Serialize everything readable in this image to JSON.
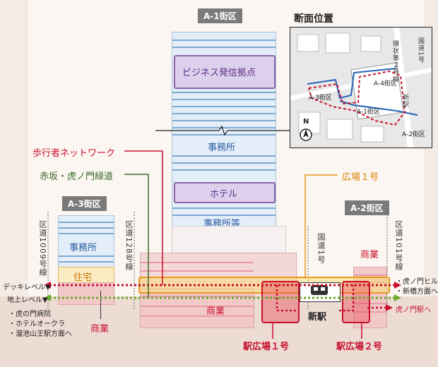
{
  "districts": {
    "a1": "A-1街区",
    "a2": "A-2街区",
    "a3": "A-3街区"
  },
  "a1_tower": {
    "business": "ビジネス発信拠点",
    "office": "事務所",
    "hotel": "ホテル",
    "office_etc": "事務所等",
    "commerce": "商業"
  },
  "a3_building": {
    "office": "事務所",
    "residential": "住宅",
    "commerce": "商業"
  },
  "a2_building": {
    "commerce": "商業"
  },
  "roads": {
    "road_1009": "区道1009号線",
    "road_128": "区道128号線",
    "national_1": "国道1号",
    "road_101": "区道101号線"
  },
  "callouts": {
    "pedestrian": "歩行者ネットワーク",
    "akasaka": "赤坂・虎ノ門緑道",
    "plaza1": "広場１号"
  },
  "levels": {
    "deck": "デッキレベル▼",
    "ground": "地上レベル▼"
  },
  "destinations": {
    "left_1": "・虎の門病院",
    "left_2": "・ホテルオークラ",
    "left_3": "・溜池山王駅方面へ",
    "right_1": "・虎ノ門ヒルズ",
    "right_2": "・新橋方面へ",
    "toranomon": "虎ノ門駅へ"
  },
  "station": {
    "new": "新駅",
    "plaza1": "駅広場１号",
    "plaza2": "駅広場２号"
  },
  "inset": {
    "title": "断面位置",
    "a1": "A-1街区",
    "a2": "A-2街区",
    "a3": "A-3街区",
    "a4": "A-4街区",
    "new_station": "新駅",
    "national": "国道1号",
    "loop": "環状第２号線",
    "north": "N"
  },
  "colors": {
    "pedestrian_red": "#c8102e",
    "green_way": "#6aaa2a",
    "plaza_orange": "#e79a1c",
    "tower_blue": "#b5d2ec",
    "purple": "#8a63a8"
  }
}
